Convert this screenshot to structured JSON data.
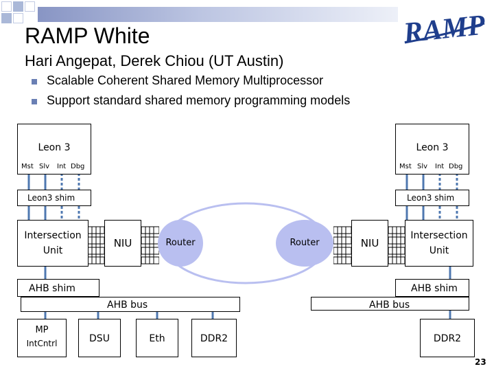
{
  "slide": {
    "title": "RAMP White",
    "subtitle": "Hari Angepat, Derek Chiou (UT Austin)",
    "bullets": [
      "Scalable Coherent Shared Memory Multiprocessor",
      "Support standard shared memory programming models"
    ],
    "logo_text": "RAMP",
    "page_number": "23",
    "colors": {
      "accent": "#6a7fb4",
      "logo": "#1f3e8c",
      "router": "#b9bff0",
      "niu_ring": "#c4c8d4"
    }
  },
  "diagram": {
    "left": {
      "processor": "Leon 3",
      "ports": [
        "Mst",
        "Slv",
        "Int",
        "Dbg"
      ],
      "shim": "Leon3 shim",
      "intersection": [
        "Intersection",
        "Unit"
      ],
      "niu": "NIU",
      "router": "Router",
      "ahb_shim": "AHB shim",
      "ahb_bus": "AHB bus",
      "peripherals": {
        "mp": [
          "MP",
          "IntCntrl"
        ],
        "dsu": "DSU",
        "eth": "Eth",
        "ddr": "DDR2"
      }
    },
    "right": {
      "processor": "Leon 3",
      "ports": [
        "Mst",
        "Slv",
        "Int",
        "Dbg"
      ],
      "shim": "Leon3 shim",
      "intersection": [
        "Intersection",
        "Unit"
      ],
      "niu": "NIU",
      "router": "Router",
      "ahb_shim": "AHB shim",
      "ahb_bus": "AHB bus",
      "ddr": "DDR2"
    }
  }
}
